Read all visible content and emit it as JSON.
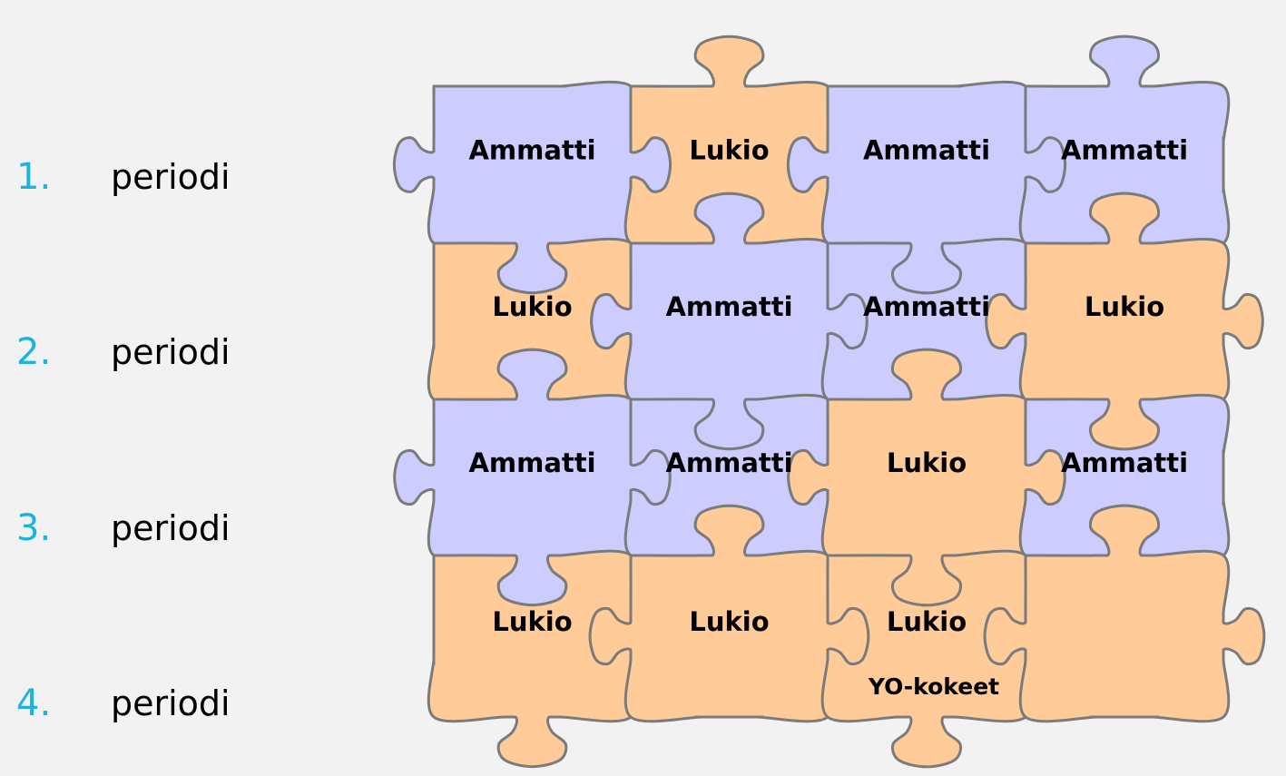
{
  "colors": {
    "lavender": "#ccccff",
    "peach": "#ffcc99",
    "number": "#1ab2e0"
  },
  "periods": [
    {
      "number": "1.",
      "label": "periodi"
    },
    {
      "number": "2.",
      "label": "periodi"
    },
    {
      "number": "3.",
      "label": "periodi"
    },
    {
      "number": "4.",
      "label": "periodi"
    }
  ],
  "puzzle": {
    "rows": [
      {
        "pieces": [
          {
            "label": "Ammatti",
            "color": "lavender"
          },
          {
            "label": "Lukio",
            "color": "peach"
          },
          {
            "label": "Ammatti",
            "color": "lavender"
          },
          {
            "label": "Ammatti",
            "color": "lavender"
          }
        ]
      },
      {
        "pieces": [
          {
            "label": "Lukio",
            "color": "peach"
          },
          {
            "label": "Ammatti",
            "color": "lavender"
          },
          {
            "label": "Ammatti",
            "color": "lavender"
          },
          {
            "label": "Lukio",
            "color": "peach"
          }
        ]
      },
      {
        "pieces": [
          {
            "label": "Ammatti",
            "color": "lavender"
          },
          {
            "label": "Ammatti",
            "color": "lavender"
          },
          {
            "label": "Lukio",
            "color": "peach"
          },
          {
            "label": "Ammatti",
            "color": "lavender"
          }
        ]
      },
      {
        "pieces": [
          {
            "label": "Lukio",
            "color": "peach"
          },
          {
            "label": "Lukio",
            "color": "peach"
          },
          {
            "label": "Lukio",
            "color": "peach"
          },
          {
            "label": "",
            "color": "peach"
          }
        ]
      }
    ],
    "extra_label": "YO-kokeet"
  }
}
